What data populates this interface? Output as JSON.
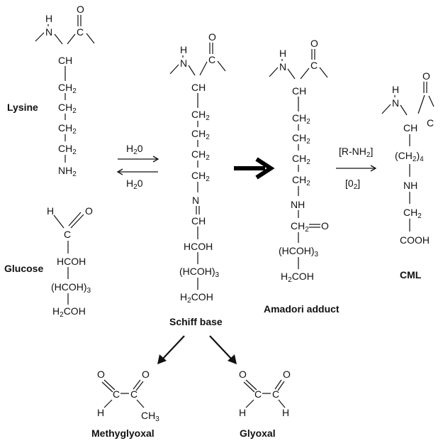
{
  "labels": {
    "lysine": "Lysine",
    "glucose": "Glucose",
    "schiff_base": "Schiff base",
    "amadori_adduct": "Amadori adduct",
    "cml": "CML",
    "methylglyoxal": "Methyglyoxal",
    "glyoxal": "Glyoxal"
  },
  "atoms": {
    "H": "H",
    "N": "N",
    "O": "O",
    "C": "C",
    "CH": "CH",
    "CH2": "CH",
    "NH2": "NH",
    "NH": "NH",
    "HCOH": "HCOH",
    "HCOH_paren": "(HCOH)",
    "H2COH": "COH",
    "CH3": "CH",
    "COOH": "COOH",
    "CH2_paren": "(CH",
    "sub2": "2",
    "sub3": "3",
    "sub4": "4",
    "close_paren": ")"
  },
  "reagents": {
    "h2o_forward": "H",
    "h2o_reverse": "H",
    "h2o_zero": "0",
    "r_nh2_open": "[R-NH",
    "r_nh2_close": "]",
    "o2_open": "[0",
    "o2_close": "]"
  }
}
